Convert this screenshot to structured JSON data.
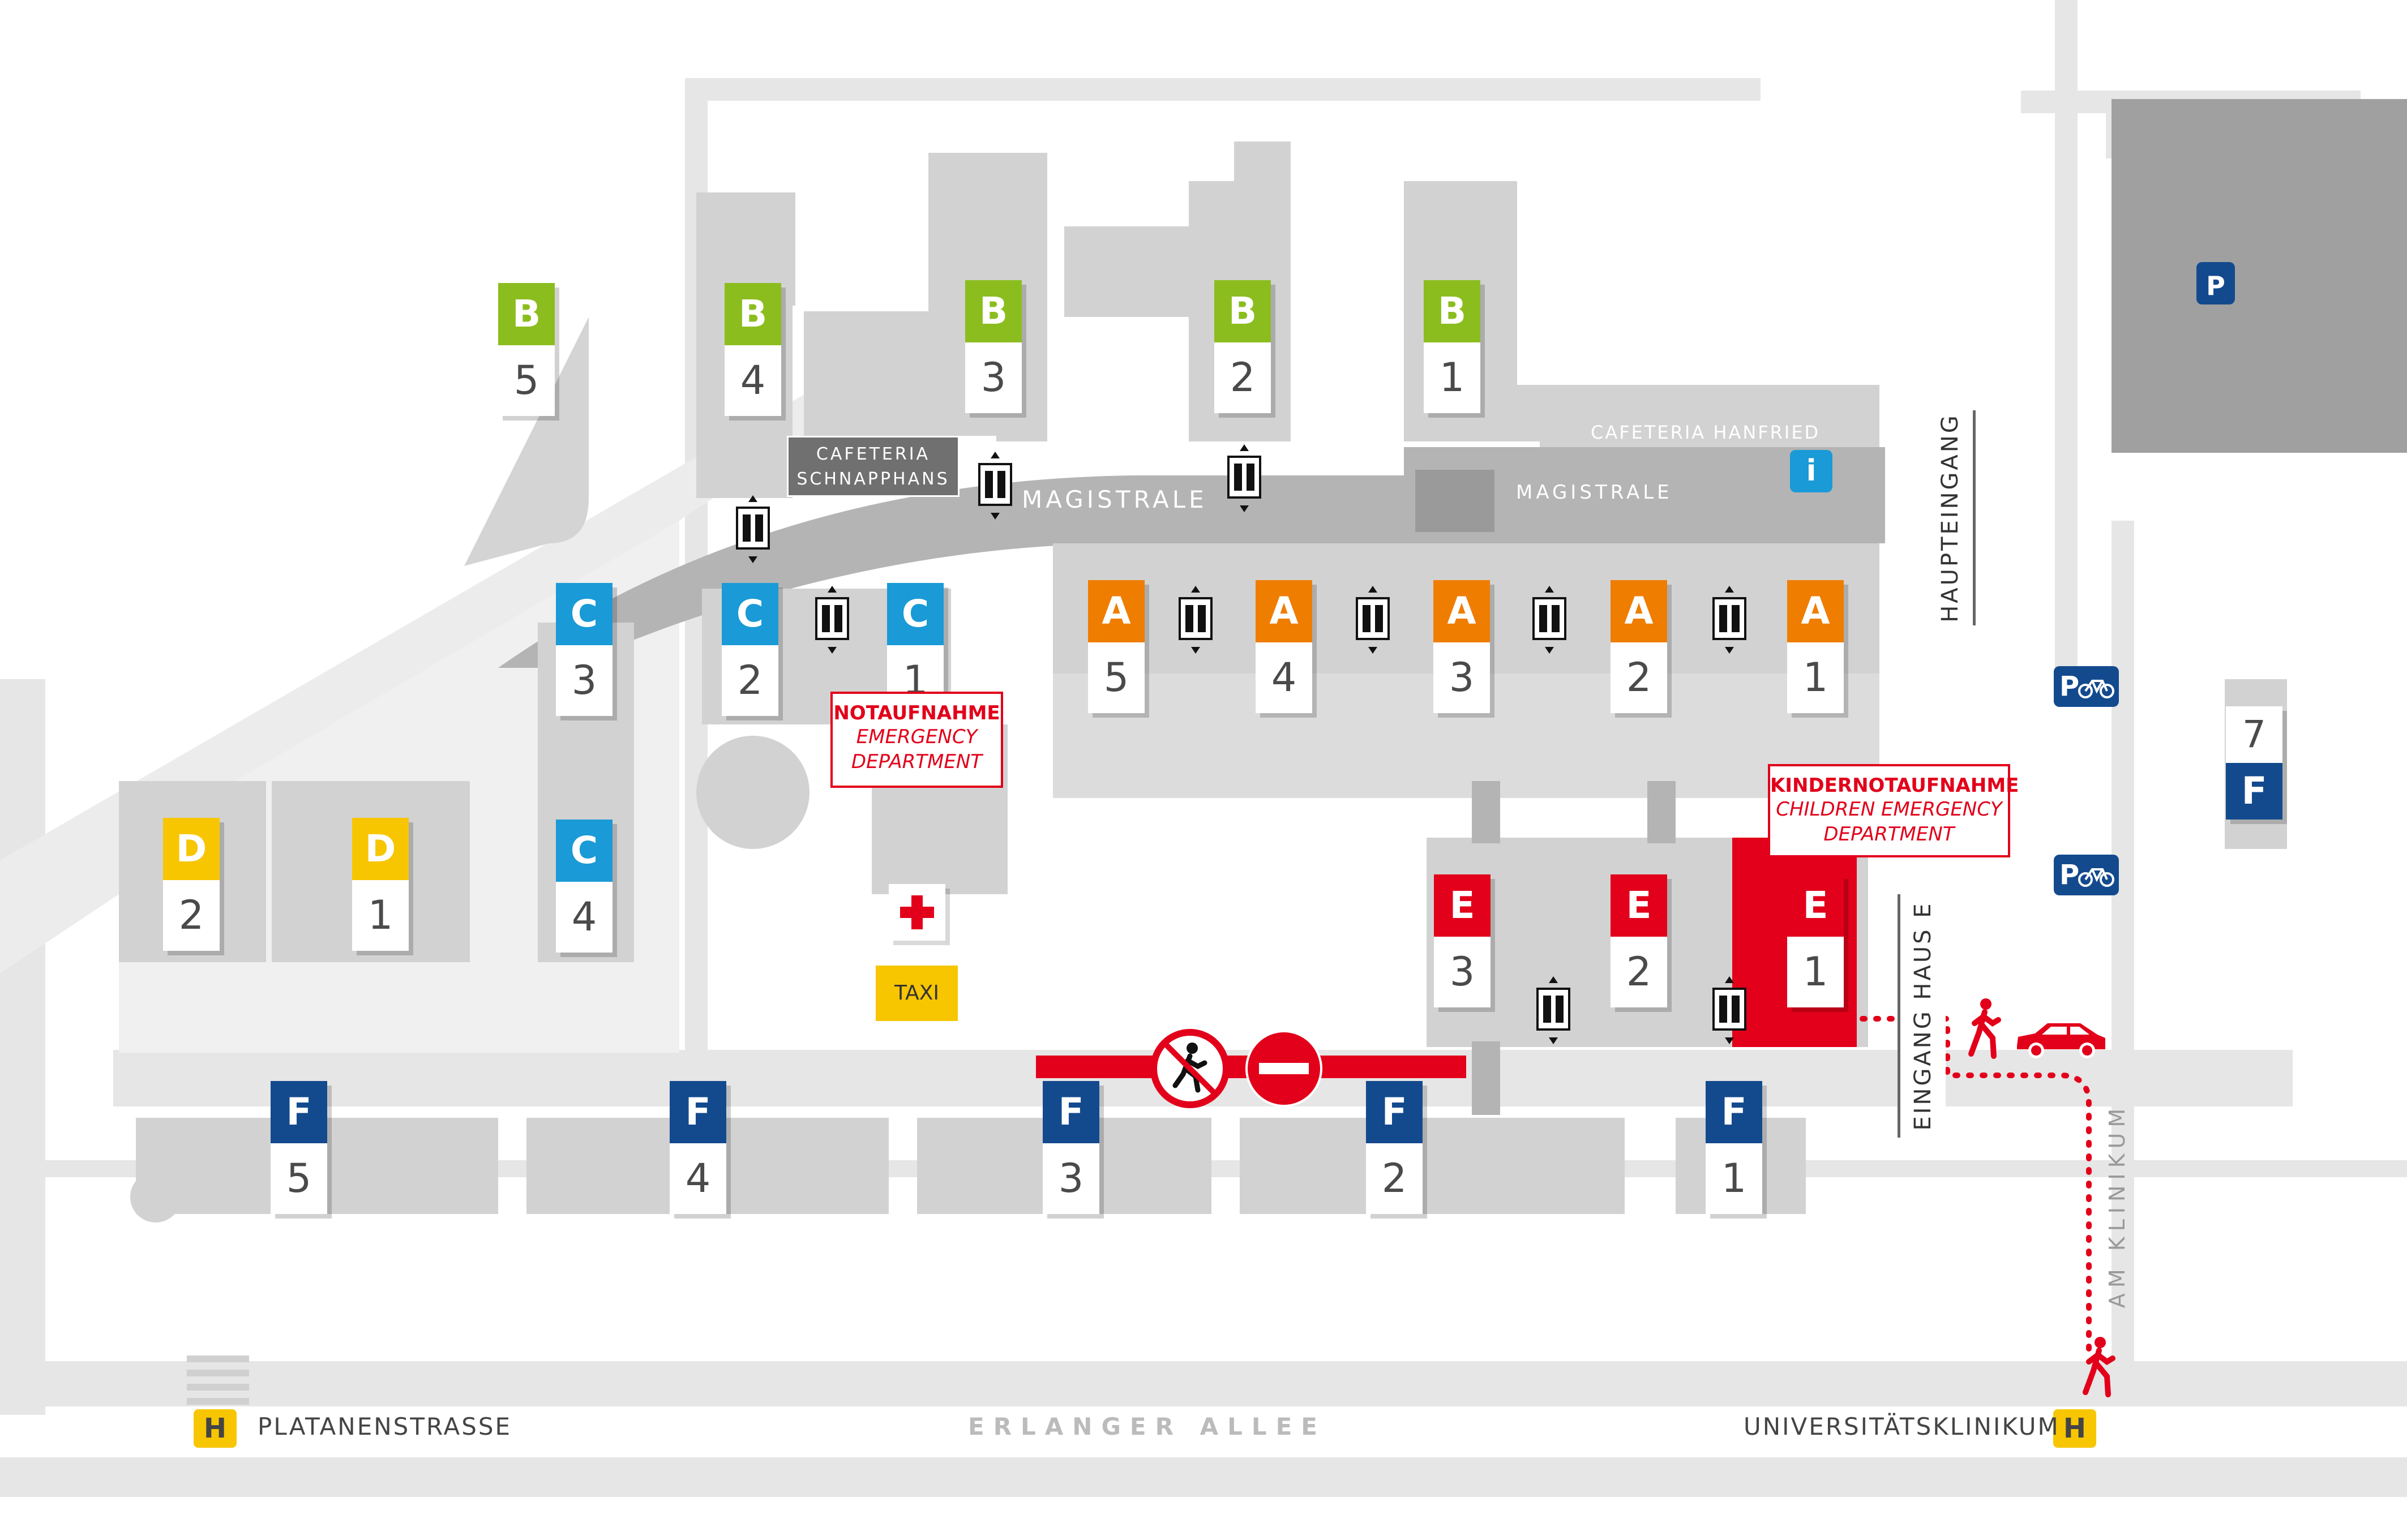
{
  "buildings": {
    "B": [
      {
        "letter": "B",
        "number": "5"
      },
      {
        "letter": "B",
        "number": "4"
      },
      {
        "letter": "B",
        "number": "3"
      },
      {
        "letter": "B",
        "number": "2"
      },
      {
        "letter": "B",
        "number": "1"
      }
    ],
    "C": [
      {
        "letter": "C",
        "number": "3"
      },
      {
        "letter": "C",
        "number": "2"
      },
      {
        "letter": "C",
        "number": "1"
      },
      {
        "letter": "C",
        "number": "4"
      }
    ],
    "A": [
      {
        "letter": "A",
        "number": "5"
      },
      {
        "letter": "A",
        "number": "4"
      },
      {
        "letter": "A",
        "number": "3"
      },
      {
        "letter": "A",
        "number": "2"
      },
      {
        "letter": "A",
        "number": "1"
      }
    ],
    "D": [
      {
        "letter": "D",
        "number": "2"
      },
      {
        "letter": "D",
        "number": "1"
      }
    ],
    "E": [
      {
        "letter": "E",
        "number": "3"
      },
      {
        "letter": "E",
        "number": "2"
      },
      {
        "letter": "E",
        "number": "1"
      }
    ],
    "F": [
      {
        "letter": "F",
        "number": "5"
      },
      {
        "letter": "F",
        "number": "4"
      },
      {
        "letter": "F",
        "number": "3"
      },
      {
        "letter": "F",
        "number": "2"
      },
      {
        "letter": "F",
        "number": "1"
      },
      {
        "letter": "F",
        "number": "7"
      }
    ]
  },
  "labels": {
    "cafeteria_schnapphans_1": "CAFETERIA",
    "cafeteria_schnapphans_2": "SCHNAPPHANS",
    "cafeteria_hanfried": "CAFETERIA HANFRIED",
    "magistrale_left": "MAGISTRALE",
    "magistrale_right": "MAGISTRALE",
    "haupteingang": "HAUPTEINGANG",
    "eingang_haus_e": "EINGANG HAUS E",
    "am_klinikum": "AM KLINIKUM",
    "erlanger_allee": "ERLANGER ALLEE",
    "platanenstrasse": "PLATANENSTRASSE",
    "universitaetsklinikum": "UNIVERSITÄTSKLINIKUM",
    "taxi": "TAXI",
    "info": "i",
    "parking": "P",
    "bike_parking": "P",
    "bus_stop": "H"
  },
  "emergency": {
    "title": "NOTAUFNAHME",
    "line1": "EMERGENCY",
    "line2": "DEPARTMENT"
  },
  "children_emergency": {
    "title": "KINDERNOTAUFNAHME",
    "line1": "CHILDREN EMERGENCY",
    "line2": "DEPARTMENT"
  },
  "colors": {
    "A": "#ef7d00",
    "B": "#8cbd1f",
    "C": "#1a9ad6",
    "D": "#f7c600",
    "E": "#e2001a",
    "F": "#134a8e",
    "building": "#d2d2d2",
    "road": "#e8e8e8",
    "magistrale": "#b4b4b4"
  },
  "icons": [
    "elevator-icon",
    "first-aid-icon",
    "no-entry-icon",
    "no-pedestrians-icon",
    "pedestrian-icon",
    "car-icon",
    "parking-icon",
    "bicycle-icon",
    "info-icon",
    "bus-stop-icon"
  ]
}
